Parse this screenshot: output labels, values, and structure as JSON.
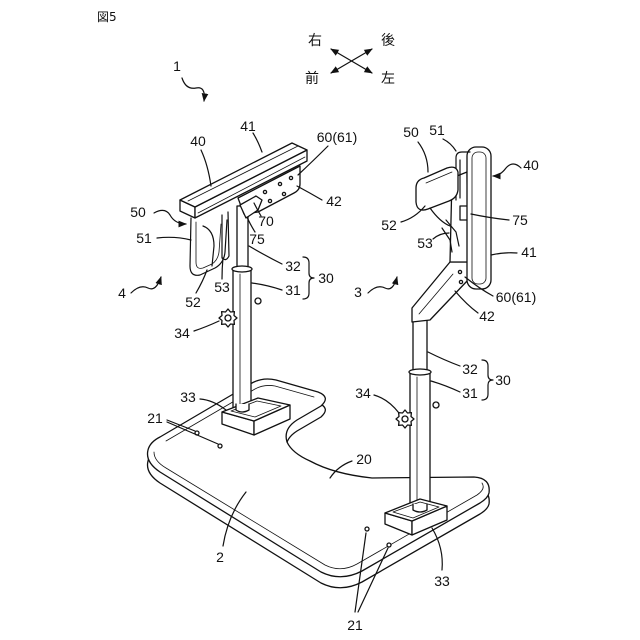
{
  "figure": {
    "label": "図5"
  },
  "directions": {
    "right": "右",
    "back": "後",
    "front": "前",
    "left": "左"
  },
  "ref": {
    "overall": "1",
    "left_unit": "4",
    "right_unit": "3",
    "base_plate": "2",
    "base_notch": "20",
    "left": {
      "armrest": "40",
      "armrest_top": "41",
      "sensor": "60(61)",
      "bracket": "42",
      "part_70": "70",
      "part_75": "75",
      "grip": "50",
      "grip_frame": "51",
      "grip_strap": "52",
      "grip_joint": "53",
      "inner_tube": "32",
      "column": "30",
      "outer_tube": "31",
      "knob": "34",
      "foot": "33",
      "holes": "21"
    },
    "right": {
      "grip": "50",
      "grip_frame": "51",
      "armrest": "40",
      "grip_strap": "52",
      "part_75": "75",
      "grip_joint": "53",
      "armrest_top": "41",
      "sensor": "60(61)",
      "bracket": "42",
      "inner_tube": "32",
      "column": "30",
      "outer_tube": "31",
      "knob": "34",
      "foot": "33",
      "holes": "21"
    }
  }
}
